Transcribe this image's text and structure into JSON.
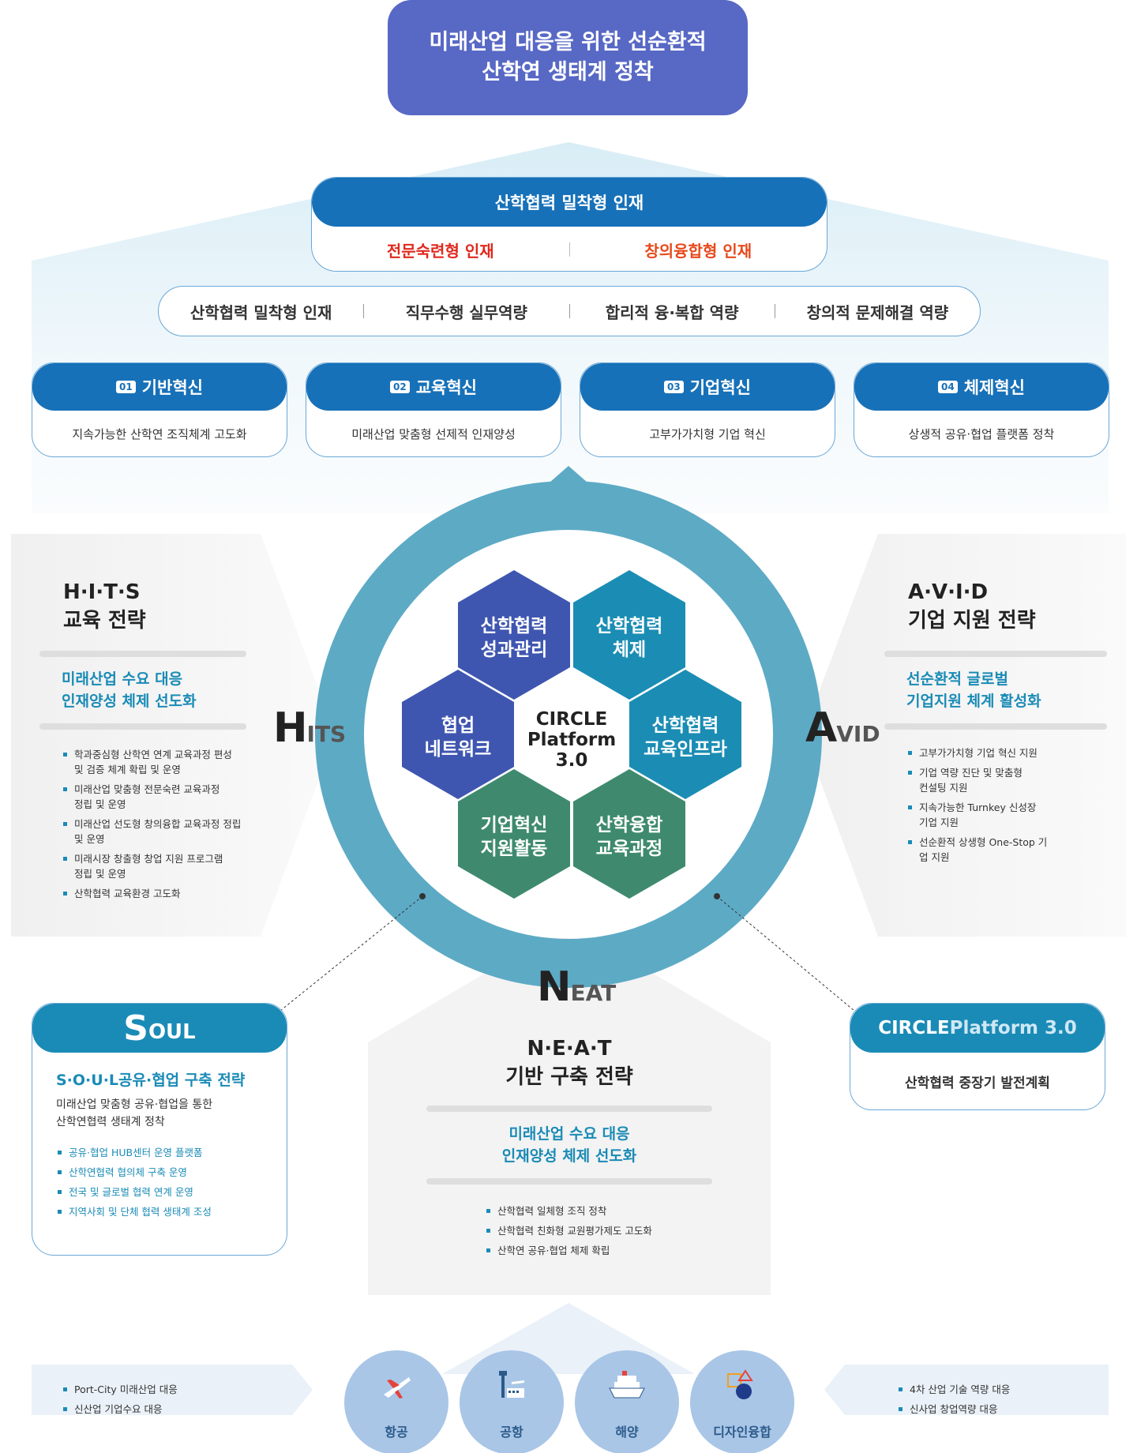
{
  "goal": {
    "line1": "미래산업 대응을 위한 선순환적",
    "line2": "산학연 생태계 정착"
  },
  "talent": {
    "title": "산학협력 밀착형 인재",
    "type1": "전문숙련형 인재",
    "type2": "창의융합형 인재"
  },
  "competencies": [
    "산학협력 밀착형 인재",
    "직무수행 실무역량",
    "합리적 융·복합 역량",
    "창의적 문제해결 역량"
  ],
  "pillars": [
    {
      "num": "01",
      "title": "기반혁신",
      "desc": "지속가능한 산학연 조직체계 고도화"
    },
    {
      "num": "02",
      "title": "교육혁신",
      "desc": "미래산업 맞춤형 선제적 인재양성"
    },
    {
      "num": "03",
      "title": "기업혁신",
      "desc": "고부가가치형 기업 혁신"
    },
    {
      "num": "04",
      "title": "체제혁신",
      "desc": "상생적 공유·협업 플랫폼 정착"
    }
  ],
  "hits": {
    "title1": "H·I·T·S",
    "title2": "교육 전략",
    "sub1": "미래산업 수요 대응",
    "sub2": "인재양성 체제 선도화",
    "bullets": [
      [
        "학과중심형 산학연 연계 교육과정 편성",
        "및 검증 체계 확립 및 운영"
      ],
      [
        "미래산업 맞춤형 전문숙련 교육과정",
        "정립 및 운영"
      ],
      [
        "미래산업 선도형 창의융합 교육과정 정립",
        "및 운영"
      ],
      [
        "미래시장 창출형 창업 지원 프로그램",
        "정립 및 운영"
      ],
      [
        "산학협력 교육환경 고도화"
      ]
    ],
    "letter": "H",
    "rest": "ITS"
  },
  "avid": {
    "title1": "A·V·I·D",
    "title2": "기업 지원 전략",
    "sub1": "선순환적 글로벌",
    "sub2": "기업지원 체계 활성화",
    "bullets": [
      [
        "고부가가치형 기업 혁신 지원"
      ],
      [
        "기업 역량 진단 및 맞춤형",
        "컨설팅 지원"
      ],
      [
        "지속가능한 Turnkey 신성장",
        "기업 지원"
      ],
      [
        "선순환적 상생형 One-Stop 기",
        "업 지원"
      ]
    ],
    "letter": "A",
    "rest": "VID"
  },
  "neat": {
    "letter": "N",
    "rest": "EAT",
    "title1": "N·E·A·T",
    "title2": "기반 구축 전략",
    "sub1": "미래산업 수요 대응",
    "sub2": "인재양성 체제 선도화",
    "bullets": [
      "산학협력 일체형 조직 정착",
      "산학협력 친화형 교원평가제도 고도화",
      "산학연 공유·협업 체제 확립"
    ]
  },
  "hexes": {
    "center": [
      "CIRCLE",
      "Platform",
      "3.0"
    ],
    "h1": [
      "산학협력",
      "성과관리"
    ],
    "h2": [
      "산학협력",
      "체제"
    ],
    "h3": [
      "협업",
      "네트워크"
    ],
    "h4": [
      "산학협력",
      "교육인프라"
    ],
    "h5": [
      "기업혁신",
      "지원활동"
    ],
    "h6": [
      "산학융합",
      "교육과정"
    ]
  },
  "soul": {
    "big": "S",
    "rest": "OUL",
    "title": "S·O·U·L공유·협업 구축 전략",
    "desc1": "미래산업 맞춤형 공유·협업을 통한",
    "desc2": "산학연협력 생태계 정착",
    "bullets": [
      "공유·협업 HUB센터 운영 플랫폼",
      "산학연협력 협의체 구축 운영",
      "전국 및 글로벌 협력 연계 운영",
      "지역사회 및 단체 협력 생태계 조성"
    ]
  },
  "circle_platform": {
    "title_a": "CIRCLE",
    "title_b": " Platform 3.0",
    "desc": "산학협력 중장기 발전계획"
  },
  "bottom": {
    "left_bullets": [
      "Port-City 미래산업 대응",
      "신산업 기업수요 대응"
    ],
    "right_bullets": [
      "4차 산업 기술 역량 대응",
      "신사업 창업역량 대응"
    ],
    "industries": [
      {
        "label": "항공",
        "icon": "airplane-icon"
      },
      {
        "label": "공항",
        "icon": "airport-tower-icon"
      },
      {
        "label": "해양",
        "icon": "cruise-ship-icon"
      },
      {
        "label": "디자인융합",
        "icon": "design-shapes-icon"
      }
    ]
  },
  "colors": {
    "goal": "#5868c5",
    "blue": "#1771b8",
    "teal": "#1a8bb6",
    "ring": "#5daac5",
    "hex_indigo": "#3f56b0",
    "hex_teal": "#1b8db4",
    "hex_green": "#3f8a6f",
    "red": "#e0291e"
  }
}
